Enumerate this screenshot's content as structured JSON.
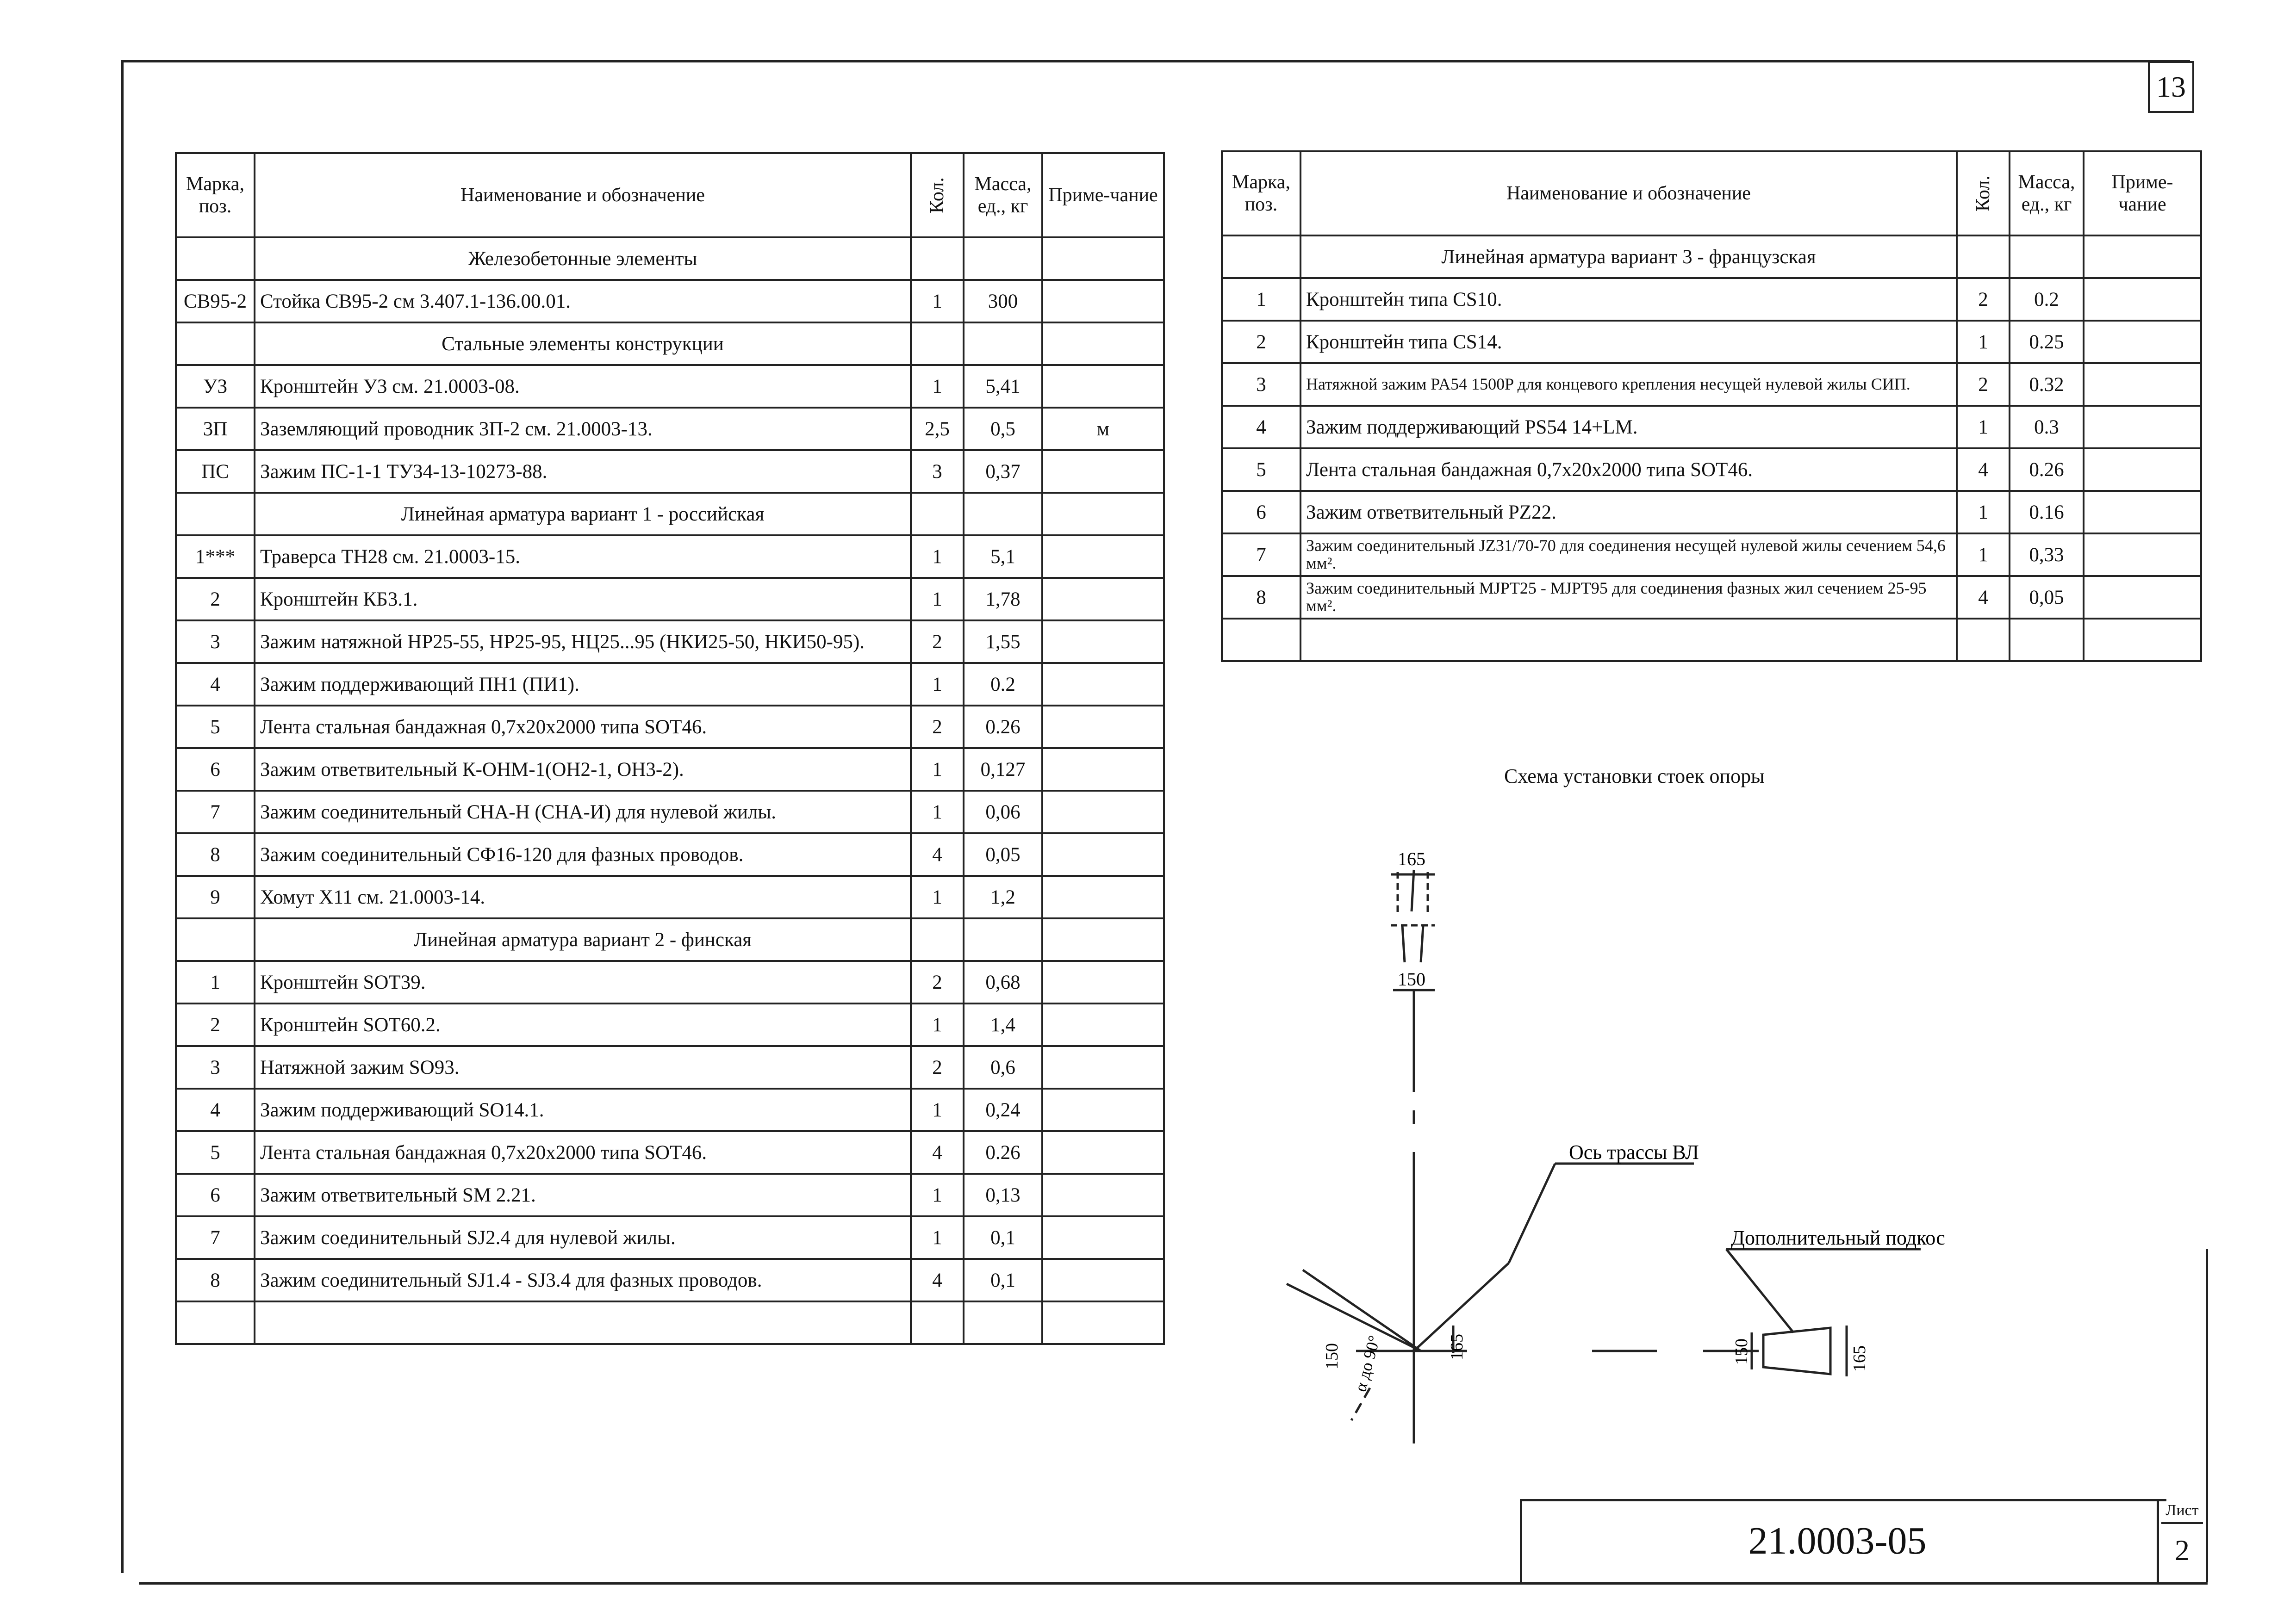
{
  "sheet_number": "13",
  "title_block": {
    "code": "21.0003-05",
    "list_label": "Лист",
    "list_number": "2"
  },
  "headers": {
    "mark": "Марка, поз.",
    "name": "Наименование и обозначение",
    "qty": "Кол.",
    "mass": "Масса, ед., кг",
    "note": "Приме-чание"
  },
  "table_left": [
    {
      "type": "section",
      "name": "Железобетонные элементы"
    },
    {
      "mark": "СВ95-2",
      "name": "Стойка СВ95-2 см  3.407.1-136.00.01.",
      "qty": "1",
      "mass": "300",
      "note": ""
    },
    {
      "type": "section",
      "name": "Стальные элементы конструкции"
    },
    {
      "mark": "У3",
      "name": "Кронштейн У3 см. 21.0003-08.",
      "qty": "1",
      "mass": "5,41",
      "note": ""
    },
    {
      "mark": "3П",
      "name": "Заземляющий проводник 3П-2 см. 21.0003-13.",
      "qty": "2,5",
      "mass": "0,5",
      "note": "м"
    },
    {
      "mark": "ПС",
      "name": "Зажим ПС-1-1 ТУ34-13-10273-88.",
      "qty": "3",
      "mass": "0,37",
      "note": ""
    },
    {
      "type": "section",
      "name": "Линейная арматура вариант 1 - российская"
    },
    {
      "mark": "1***",
      "name": "Траверса ТН28 см. 21.0003-15.",
      "qty": "1",
      "mass": "5,1",
      "note": ""
    },
    {
      "mark": "2",
      "name": "Кронштейн КБ3.1.",
      "qty": "1",
      "mass": "1,78",
      "note": ""
    },
    {
      "mark": "3",
      "name": "Зажим натяжной НР25-55, НР25-95, НЦ25...95 (НКИ25-50, НКИ50-95).",
      "qty": "2",
      "mass": "1,55",
      "note": ""
    },
    {
      "mark": "4",
      "name": "Зажим поддерживающий ПН1 (ПИ1).",
      "qty": "1",
      "mass": "0.2",
      "note": ""
    },
    {
      "mark": "5",
      "name": "Лента стальная бандажная 0,7х20х2000 типа SOT46.",
      "qty": "2",
      "mass": "0.26",
      "note": ""
    },
    {
      "mark": "6",
      "name": "Зажим ответвительный К-ОНМ-1(ОН2-1, ОН3-2).",
      "qty": "1",
      "mass": "0,127",
      "note": ""
    },
    {
      "mark": "7",
      "name": "Зажим соединительный СНА-Н (СНА-И) для нулевой жилы.",
      "qty": "1",
      "mass": "0,06",
      "note": ""
    },
    {
      "mark": "8",
      "name": "Зажим соединительный СФ16-120 для фазных проводов.",
      "qty": "4",
      "mass": "0,05",
      "note": ""
    },
    {
      "mark": "9",
      "name": "Хомут Х11 см. 21.0003-14.",
      "qty": "1",
      "mass": "1,2",
      "note": ""
    },
    {
      "type": "section",
      "name": "Линейная арматура вариант 2 - финская"
    },
    {
      "mark": "1",
      "name": "Кронштейн SOT39.",
      "qty": "2",
      "mass": "0,68",
      "note": ""
    },
    {
      "mark": "2",
      "name": "Кронштейн SOT60.2.",
      "qty": "1",
      "mass": "1,4",
      "note": ""
    },
    {
      "mark": "3",
      "name": "Натяжной зажим SO93.",
      "qty": "2",
      "mass": "0,6",
      "note": ""
    },
    {
      "mark": "4",
      "name": "Зажим поддерживающий SO14.1.",
      "qty": "1",
      "mass": "0,24",
      "note": ""
    },
    {
      "mark": "5",
      "name": "Лента стальная бандажная 0,7х20х2000 типа SOT46.",
      "qty": "4",
      "mass": "0.26",
      "note": ""
    },
    {
      "mark": "6",
      "name": "Зажим ответвительный SM 2.21.",
      "qty": "1",
      "mass": "0,13",
      "note": ""
    },
    {
      "mark": "7",
      "name": "Зажим соединительный SJ2.4 для нулевой жилы.",
      "qty": "1",
      "mass": "0,1",
      "note": ""
    },
    {
      "mark": "8",
      "name": "Зажим соединительный SJ1.4 - SJ3.4 для фазных проводов.",
      "qty": "4",
      "mass": "0,1",
      "note": ""
    },
    {
      "mark": "",
      "name": "",
      "qty": "",
      "mass": "",
      "note": ""
    }
  ],
  "table_right": [
    {
      "type": "section",
      "name": "Линейная арматура вариант 3 - французская"
    },
    {
      "mark": "1",
      "name": "Кронштейн типа CS10.",
      "qty": "2",
      "mass": "0.2",
      "note": ""
    },
    {
      "mark": "2",
      "name": "Кронштейн типа CS14.",
      "qty": "1",
      "mass": "0.25",
      "note": ""
    },
    {
      "mark": "3",
      "name": "Натяжной зажим PA54 1500P для концевого крепления несущей нулевой жилы СИП.",
      "qty": "2",
      "mass": "0.32",
      "note": "",
      "small": true
    },
    {
      "mark": "4",
      "name": "Зажим поддерживающий PS54 14+LM.",
      "qty": "1",
      "mass": "0.3",
      "note": ""
    },
    {
      "mark": "5",
      "name": "Лента стальная бандажная 0,7х20х2000 типа SOT46.",
      "qty": "4",
      "mass": "0.26",
      "note": ""
    },
    {
      "mark": "6",
      "name": "Зажим ответвительный PZ22.",
      "qty": "1",
      "mass": "0.16",
      "note": ""
    },
    {
      "mark": "7",
      "name": "Зажим соединительный JZ31/70-70 для соединения несущей нулевой жилы сечением 54,6 мм².",
      "qty": "1",
      "mass": "0,33",
      "note": "",
      "small": true
    },
    {
      "mark": "8",
      "name": "Зажим соединительный MJPT25 - MJPT95 для соединения фазных жил сечением 25-95 мм².",
      "qty": "4",
      "mass": "0,05",
      "note": "",
      "small": true
    },
    {
      "mark": "",
      "name": "",
      "qty": "",
      "mass": "",
      "note": ""
    }
  ],
  "scheme": {
    "title": "Схема установки стоек опоры",
    "axis_label": "Ось трассы ВЛ",
    "brace_label": "Дополнительный подкос",
    "dim_165": "165",
    "dim_150": "150",
    "angle_label": "α до 90°"
  }
}
